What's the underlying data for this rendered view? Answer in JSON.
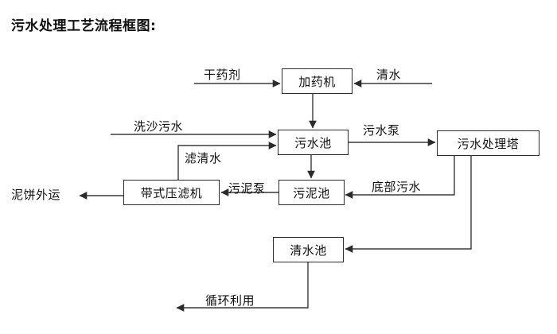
{
  "title": "污水处理工艺流程框图:",
  "diagram": {
    "nodes": [
      {
        "id": "dosing-machine",
        "label": "加药机"
      },
      {
        "id": "sewage-pool",
        "label": "污水池"
      },
      {
        "id": "sewage-treatment-tower",
        "label": "污水处理塔"
      },
      {
        "id": "belt-filter-press",
        "label": "带式压滤机"
      },
      {
        "id": "sludge-pool",
        "label": "污泥池"
      },
      {
        "id": "clean-water-pool",
        "label": "清水池"
      }
    ],
    "edge_labels": [
      {
        "id": "dry-chemical",
        "label": "干药剂"
      },
      {
        "id": "clean-water-in",
        "label": "清水"
      },
      {
        "id": "sand-washing-sewage",
        "label": "洗沙污水"
      },
      {
        "id": "filtered-clear-water",
        "label": "滤清水"
      },
      {
        "id": "sewage-pump",
        "label": "污水泵"
      },
      {
        "id": "sludge-pump",
        "label": "污泥泵"
      },
      {
        "id": "bottom-sewage",
        "label": "底部污水"
      },
      {
        "id": "recycle-use",
        "label": "循环利用"
      }
    ],
    "terminal_labels": [
      {
        "id": "mud-cake-export",
        "label": "泥饼外运"
      }
    ],
    "colors": {
      "stroke": "#2b2b2b",
      "wire": "#3a3a3a",
      "text": "#101010",
      "background": "#ffffff"
    }
  }
}
